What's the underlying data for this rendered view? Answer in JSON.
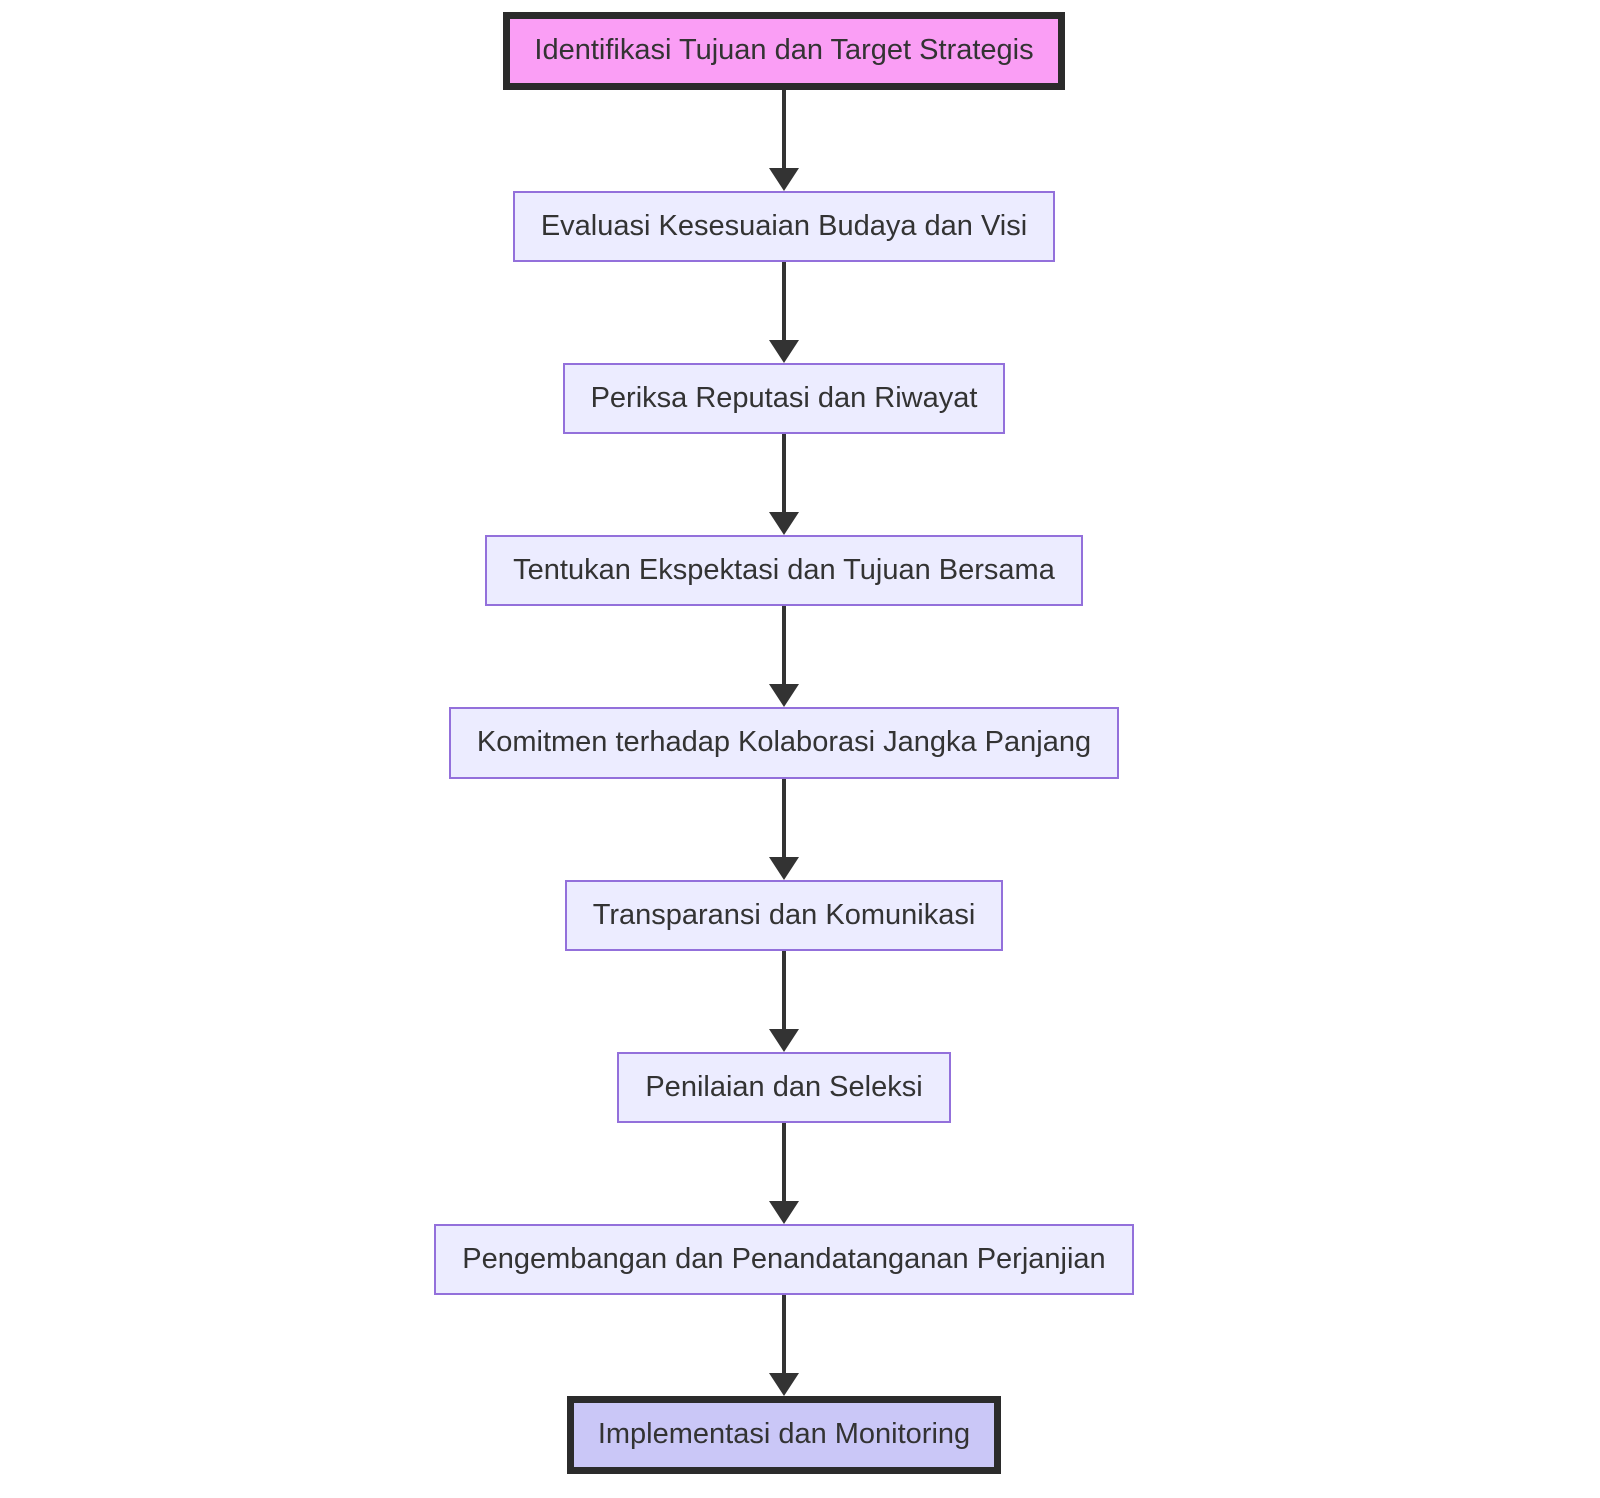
{
  "diagram": {
    "type": "flowchart",
    "direction": "top-down",
    "nodes": [
      {
        "id": "A",
        "label": "Identifikasi Tujuan dan Target Strategis",
        "style": "start"
      },
      {
        "id": "B",
        "label": "Evaluasi Kesesuaian Budaya dan Visi",
        "style": "process"
      },
      {
        "id": "C",
        "label": "Periksa Reputasi dan Riwayat",
        "style": "process"
      },
      {
        "id": "D",
        "label": "Tentukan Ekspektasi dan Tujuan Bersama",
        "style": "process"
      },
      {
        "id": "E",
        "label": "Komitmen terhadap Kolaborasi Jangka Panjang",
        "style": "process"
      },
      {
        "id": "F",
        "label": "Transparansi dan Komunikasi",
        "style": "process"
      },
      {
        "id": "G",
        "label": "Penilaian dan Seleksi",
        "style": "process"
      },
      {
        "id": "H",
        "label": "Pengembangan dan Penandatanganan Perjanjian",
        "style": "process"
      },
      {
        "id": "I",
        "label": "Implementasi dan Monitoring",
        "style": "end"
      }
    ],
    "edges": [
      {
        "from": "A",
        "to": "B"
      },
      {
        "from": "B",
        "to": "C"
      },
      {
        "from": "C",
        "to": "D"
      },
      {
        "from": "D",
        "to": "E"
      },
      {
        "from": "E",
        "to": "F"
      },
      {
        "from": "F",
        "to": "G"
      },
      {
        "from": "G",
        "to": "H"
      },
      {
        "from": "H",
        "to": "I"
      }
    ],
    "colors": {
      "start_fill": "#fa9ef5",
      "start_border": "#2b2b2b",
      "process_fill": "#ECECFF",
      "process_border": "#9370DB",
      "end_fill": "#cac7f7",
      "end_border": "#2b2b2b",
      "text": "#333333",
      "arrow": "#333333"
    }
  }
}
